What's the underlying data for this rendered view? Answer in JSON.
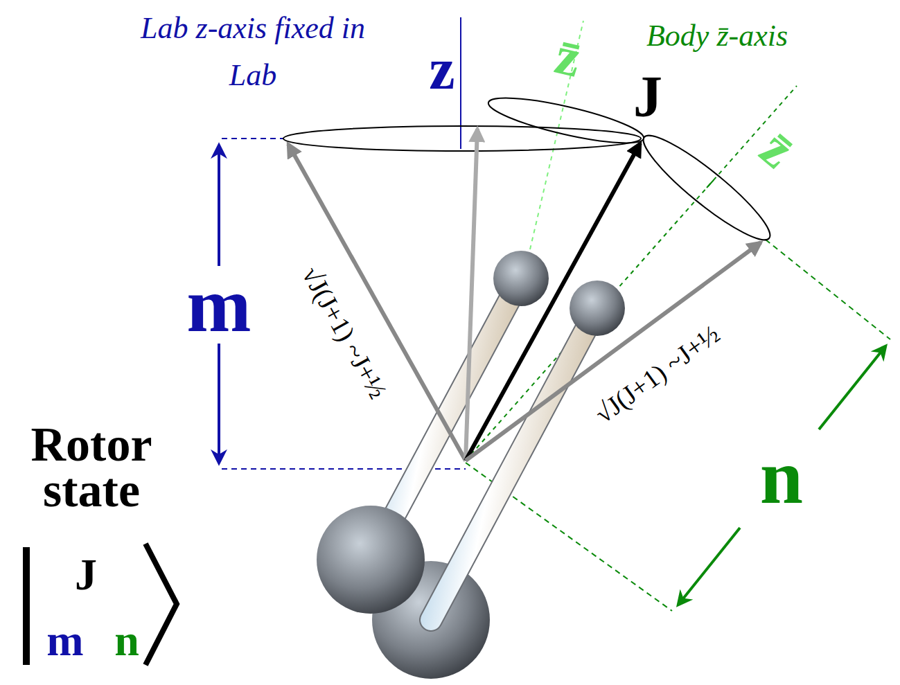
{
  "diagram": {
    "labels": [
      "Lab z-axis fixed in Lab",
      "z",
      "Body z̄-axis",
      "z̄",
      "J",
      "z̄",
      "m",
      "√J(J+1) ~J+½",
      "√J(J+1) ~J+½",
      "n",
      "Rotor state",
      "J",
      "m",
      "n"
    ]
  }
}
